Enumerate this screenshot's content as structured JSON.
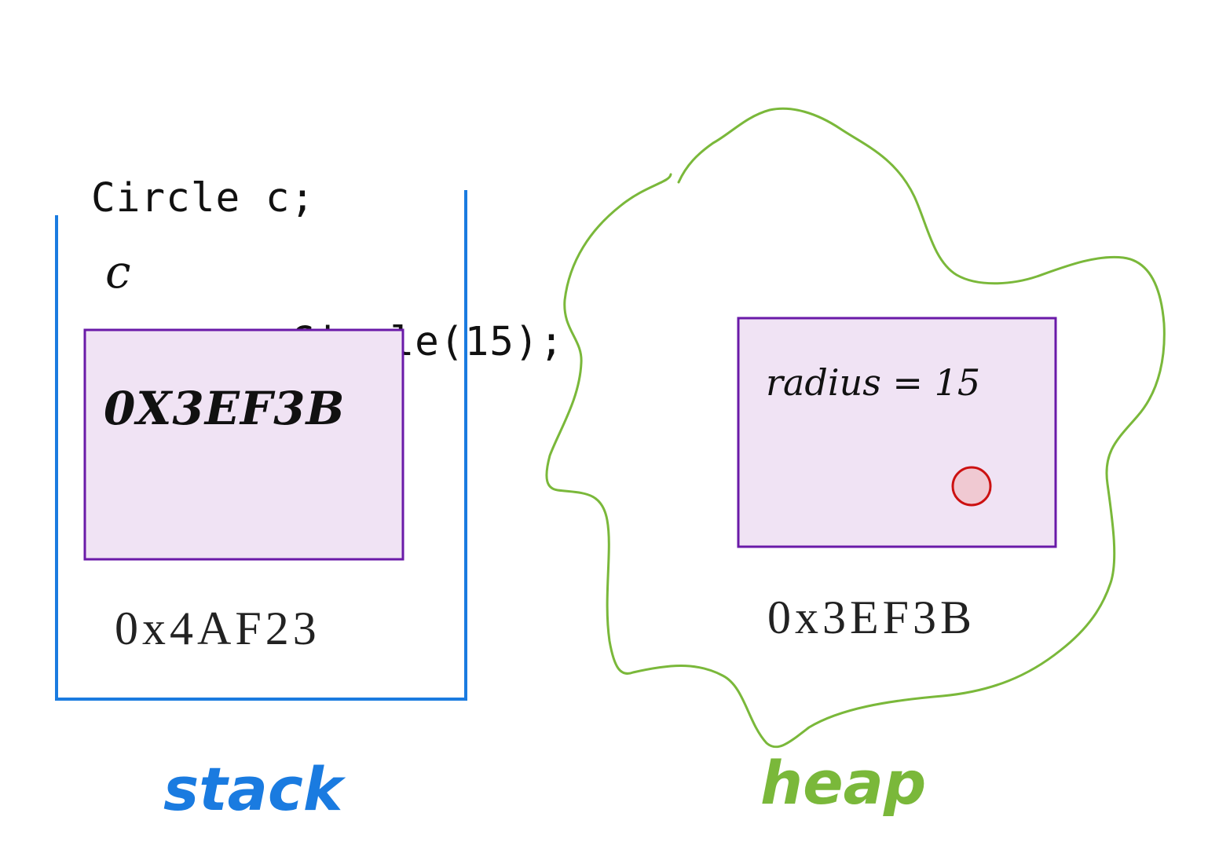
{
  "code": {
    "lines": [
      "Circle c;",
      "c = new Circle(15);"
    ]
  },
  "stack": {
    "variable_name": "c",
    "value": "0X3EF3B",
    "address": "0x4AF23",
    "label": "stack"
  },
  "heap": {
    "field": "radius = 15",
    "address": "0x3EF3B",
    "label": "heap"
  },
  "colors": {
    "stack": "#1a7be0",
    "heap": "#7ab83a",
    "box_fill": "#f0e3f4",
    "box_border": "#6a1aa8",
    "object_dot_stroke": "#cc1111",
    "object_dot_fill": "#f0c9d2"
  }
}
